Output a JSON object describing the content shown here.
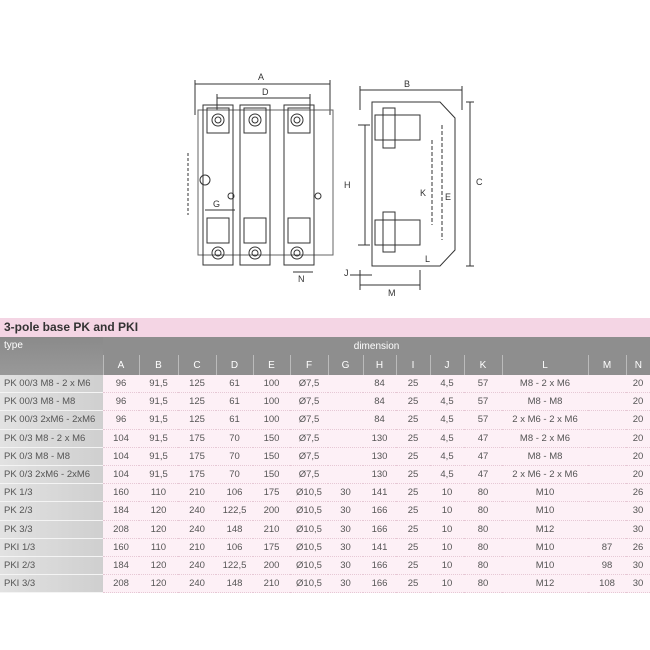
{
  "drawing": {
    "labels": [
      "A",
      "D",
      "B",
      "C",
      "H",
      "E",
      "K",
      "G",
      "N",
      "J",
      "M",
      "L"
    ]
  },
  "title": "3-pole base PK and PKI",
  "header": {
    "type": "type",
    "dimension": "dimension",
    "columns": [
      "A",
      "B",
      "C",
      "D",
      "E",
      "F",
      "G",
      "H",
      "I",
      "J",
      "K",
      "L",
      "M",
      "N"
    ]
  },
  "rows": [
    [
      "PK 00/3 M8 - 2 x M6",
      "96",
      "91,5",
      "125",
      "61",
      "100",
      "Ø7,5",
      "",
      "84",
      "25",
      "4,5",
      "57",
      "M8 - 2 x M6",
      "",
      "20"
    ],
    [
      "PK 00/3 M8 - M8",
      "96",
      "91,5",
      "125",
      "61",
      "100",
      "Ø7,5",
      "",
      "84",
      "25",
      "4,5",
      "57",
      "M8 - M8",
      "",
      "20"
    ],
    [
      "PK 00/3 2xM6 - 2xM6",
      "96",
      "91,5",
      "125",
      "61",
      "100",
      "Ø7,5",
      "",
      "84",
      "25",
      "4,5",
      "57",
      "2 x M6 - 2 x M6",
      "",
      "20"
    ],
    [
      "PK 0/3 M8 - 2 x M6",
      "104",
      "91,5",
      "175",
      "70",
      "150",
      "Ø7,5",
      "",
      "130",
      "25",
      "4,5",
      "47",
      "M8 - 2 x M6",
      "",
      "20"
    ],
    [
      "PK 0/3 M8 - M8",
      "104",
      "91,5",
      "175",
      "70",
      "150",
      "Ø7,5",
      "",
      "130",
      "25",
      "4,5",
      "47",
      "M8 - M8",
      "",
      "20"
    ],
    [
      "PK 0/3 2xM6 - 2xM6",
      "104",
      "91,5",
      "175",
      "70",
      "150",
      "Ø7,5",
      "",
      "130",
      "25",
      "4,5",
      "47",
      "2 x M6 - 2 x M6",
      "",
      "20"
    ],
    [
      "PK 1/3",
      "160",
      "110",
      "210",
      "106",
      "175",
      "Ø10,5",
      "30",
      "141",
      "25",
      "10",
      "80",
      "M10",
      "",
      "26"
    ],
    [
      "PK 2/3",
      "184",
      "120",
      "240",
      "122,5",
      "200",
      "Ø10,5",
      "30",
      "166",
      "25",
      "10",
      "80",
      "M10",
      "",
      "30"
    ],
    [
      "PK 3/3",
      "208",
      "120",
      "240",
      "148",
      "210",
      "Ø10,5",
      "30",
      "166",
      "25",
      "10",
      "80",
      "M12",
      "",
      "30"
    ],
    [
      "PKI 1/3",
      "160",
      "110",
      "210",
      "106",
      "175",
      "Ø10,5",
      "30",
      "141",
      "25",
      "10",
      "80",
      "M10",
      "87",
      "26"
    ],
    [
      "PKI 2/3",
      "184",
      "120",
      "240",
      "122,5",
      "200",
      "Ø10,5",
      "30",
      "166",
      "25",
      "10",
      "80",
      "M10",
      "98",
      "30"
    ],
    [
      "PKI 3/3",
      "208",
      "120",
      "240",
      "148",
      "210",
      "Ø10,5",
      "30",
      "166",
      "25",
      "10",
      "80",
      "M12",
      "108",
      "30"
    ]
  ]
}
